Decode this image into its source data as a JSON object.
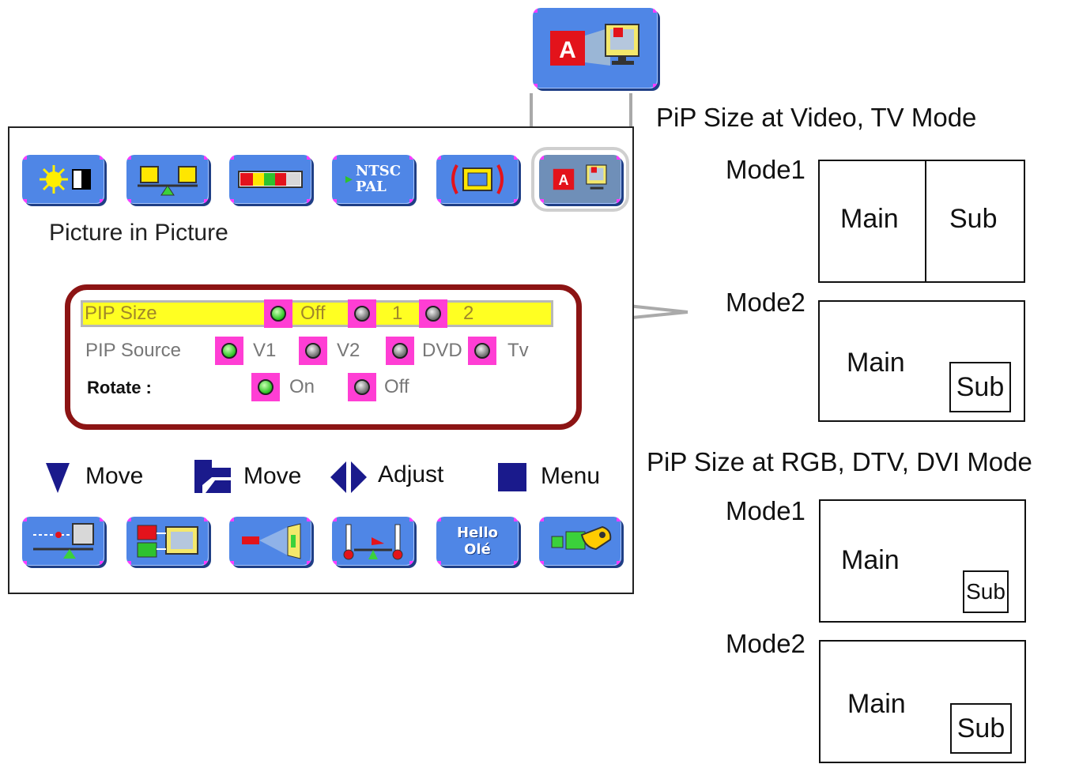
{
  "osd": {
    "title": "Picture in Picture",
    "top_icons": [
      "brightness-contrast-icon",
      "balance-icon",
      "color-bars-icon",
      "ntsc-pal-icon",
      "screen-size-icon",
      "pip-icon"
    ],
    "ntsc_pal": {
      "line1": "NTSC",
      "line2": "PAL"
    },
    "pip_letter": "A",
    "menu": {
      "pip_size": {
        "label": "PIP Size",
        "options": [
          "Off",
          "1",
          "2"
        ],
        "selected": "Off"
      },
      "pip_source": {
        "label": "PIP Source",
        "options": [
          "V1",
          "V2",
          "DVD",
          "Tv"
        ],
        "selected": "V1"
      },
      "rotate": {
        "label": "Rotate :",
        "options": [
          "On",
          "Off"
        ],
        "selected": "On"
      }
    },
    "help": {
      "move1": "Move",
      "move2": "Move",
      "adjust": "Adjust",
      "menu": "Menu"
    },
    "hello": {
      "line1": "Hello",
      "line2": "Olé"
    },
    "bottom_icons": [
      "input-icon",
      "pip-swap-icon",
      "projector-icon",
      "temperature-icon",
      "hello-ole-icon",
      "setup-tool-icon"
    ],
    "colors": {
      "tile": "#4f86e6",
      "highlight": "#ffff22",
      "frame": "#8c1414",
      "radio": "#ff3ed4"
    }
  },
  "right": {
    "heading_video": "PiP Size at Video, TV Mode",
    "heading_rgb": "PiP Size at RGB, DTV, DVI Mode",
    "video_modes": [
      {
        "label": "Mode1",
        "main": "Main",
        "sub": "Sub"
      },
      {
        "label": "Mode2",
        "main": "Main",
        "sub": "Sub"
      }
    ],
    "rgb_modes": [
      {
        "label": "Mode1",
        "main": "Main",
        "sub": "Sub"
      },
      {
        "label": "Mode2",
        "main": "Main",
        "sub": "Sub"
      }
    ]
  }
}
